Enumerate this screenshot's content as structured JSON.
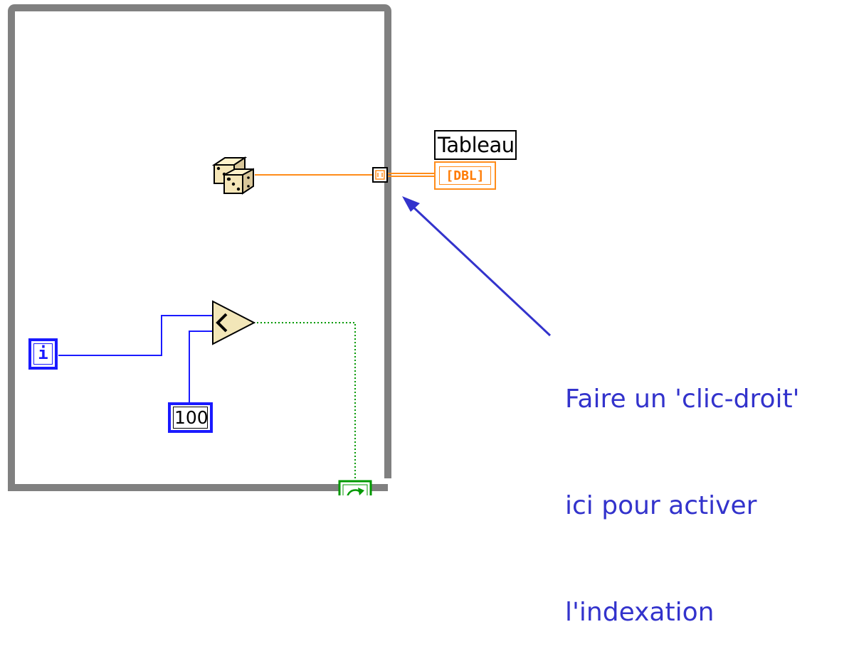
{
  "indicator": {
    "label": "Tableau",
    "terminal_text": "[DBL]"
  },
  "iteration_terminal": {
    "text": "i"
  },
  "constant": {
    "value": "100"
  },
  "annotation": {
    "lines": [
      "Faire un 'clic-droit'",
      "ici pour activer",
      "l'indexation"
    ]
  },
  "colors": {
    "loop_frame": "#808080",
    "dbl_wire": "#ff8c1a",
    "integer_wire": "#1a1aff",
    "boolean_wire": "#009900",
    "annotation": "#3333cc"
  },
  "icons": {
    "random_number": "dice-icon",
    "comparison": "less-than-icon",
    "conditional_terminal": "loop-condition-icon",
    "tunnel": "indexing-tunnel-icon"
  }
}
